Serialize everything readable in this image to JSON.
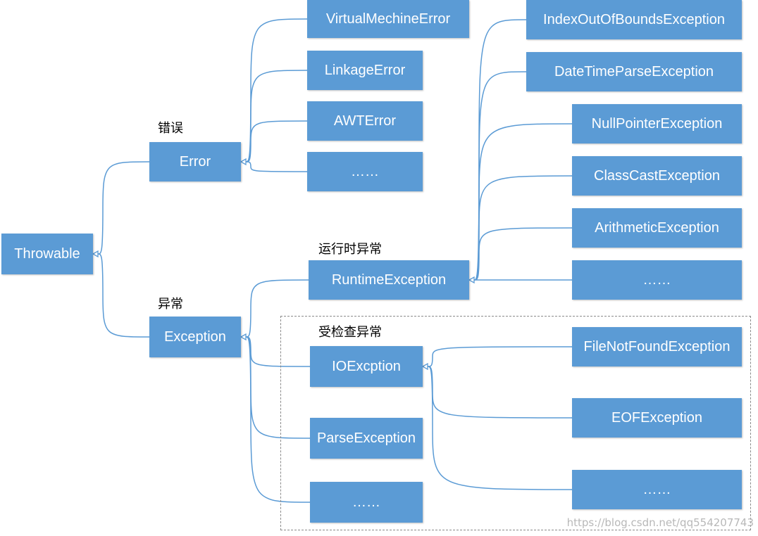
{
  "colors": {
    "box_fill": "#5b9bd5",
    "box_text": "#ffffff",
    "connector": "#5b9bd5",
    "group_border": "#8a8a8a"
  },
  "labels": {
    "error": "错误",
    "exception": "异常",
    "runtime": "运行时异常",
    "checked": "受检查异常"
  },
  "nodes": [
    {
      "id": "throwable",
      "text": "Throwable"
    },
    {
      "id": "error",
      "text": "Error"
    },
    {
      "id": "exception",
      "text": "Exception"
    },
    {
      "id": "virtual-mechine-error",
      "text": "VirtualMechineError"
    },
    {
      "id": "linkage-error",
      "text": "LinkageError"
    },
    {
      "id": "awt-error",
      "text": "AWTError"
    },
    {
      "id": "error-more",
      "text": "……"
    },
    {
      "id": "runtime-exception",
      "text": "RuntimeException"
    },
    {
      "id": "ioexcption",
      "text": "IOExcption"
    },
    {
      "id": "parse-exception",
      "text": "ParseException"
    },
    {
      "id": "exception-more",
      "text": "……"
    },
    {
      "id": "index-out-of-bounds-exception",
      "text": "IndexOutOfBoundsException"
    },
    {
      "id": "date-time-parse-exception",
      "text": "DateTimeParseException"
    },
    {
      "id": "null-pointer-exception",
      "text": "NullPointerException"
    },
    {
      "id": "class-cast-exception",
      "text": "ClassCastException"
    },
    {
      "id": "arithmetic-exception",
      "text": "ArithmeticException"
    },
    {
      "id": "runtime-more",
      "text": "……"
    },
    {
      "id": "file-not-found-exception",
      "text": "FileNotFoundException"
    },
    {
      "id": "eof-exception",
      "text": "EOFException"
    },
    {
      "id": "io-more",
      "text": "……"
    }
  ],
  "edges": [
    [
      "error",
      "throwable"
    ],
    [
      "exception",
      "throwable"
    ],
    [
      "virtual-mechine-error",
      "error"
    ],
    [
      "linkage-error",
      "error"
    ],
    [
      "awt-error",
      "error"
    ],
    [
      "error-more",
      "error"
    ],
    [
      "runtime-exception",
      "exception"
    ],
    [
      "ioexcption",
      "exception"
    ],
    [
      "parse-exception",
      "exception"
    ],
    [
      "exception-more",
      "exception"
    ],
    [
      "index-out-of-bounds-exception",
      "runtime-exception"
    ],
    [
      "date-time-parse-exception",
      "runtime-exception"
    ],
    [
      "null-pointer-exception",
      "runtime-exception"
    ],
    [
      "class-cast-exception",
      "runtime-exception"
    ],
    [
      "arithmetic-exception",
      "runtime-exception"
    ],
    [
      "runtime-more",
      "runtime-exception"
    ],
    [
      "file-not-found-exception",
      "ioexcption"
    ],
    [
      "eof-exception",
      "ioexcption"
    ],
    [
      "io-more",
      "ioexcption"
    ]
  ],
  "watermark": "https://blog.csdn.net/qq554207743"
}
